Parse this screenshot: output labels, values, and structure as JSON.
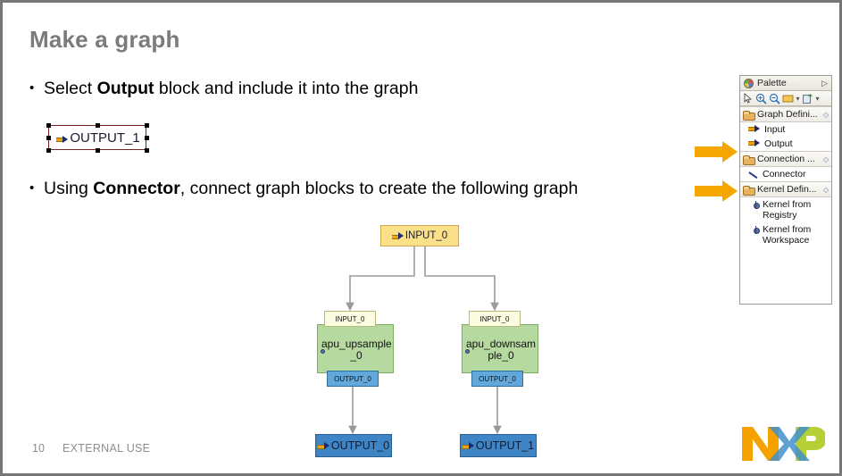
{
  "slide": {
    "title": "Make a graph",
    "page_number": "10",
    "footer_label": "EXTERNAL USE",
    "brand": "NXP",
    "title_color": "#7b7b7b",
    "accent_orange": "#f5a600"
  },
  "bullets": [
    {
      "marker": "•",
      "pre": "Select ",
      "strong": "Output",
      "post": " block and include it into the graph"
    },
    {
      "marker": "•",
      "pre": "Using ",
      "strong": "Connector",
      "post": ", connect graph blocks to create the following graph"
    }
  ],
  "selection": {
    "label": "OUTPUT_1",
    "icon": "port-arrow-icon",
    "border_color": "#7b2222",
    "handle_color": "#000000"
  },
  "callout_arrows": [
    {
      "name": "arrow-to-output-palette-item",
      "color": "#f5a600"
    },
    {
      "name": "arrow-to-connector-palette-item",
      "color": "#f5a600"
    }
  ],
  "palette": {
    "title": "Palette",
    "title_icon": "palette-icon",
    "collapse_icon": "▷",
    "toolbar": [
      {
        "name": "select-tool-icon",
        "glyph": "select"
      },
      {
        "name": "zoom-in-icon",
        "glyph": "zoom-in"
      },
      {
        "name": "zoom-out-icon",
        "glyph": "zoom-out"
      },
      {
        "name": "note-icon",
        "glyph": "note"
      },
      {
        "name": "note-dropdown-icon",
        "glyph": "▾"
      },
      {
        "name": "new-item-icon",
        "glyph": "new"
      },
      {
        "name": "new-item-dropdown-icon",
        "glyph": "▾"
      }
    ],
    "groups": [
      {
        "label": "Graph Defini...",
        "toggle": "◇",
        "items": [
          {
            "label": "Input",
            "icon": "port-arrow-icon"
          },
          {
            "label": "Output",
            "icon": "port-arrow-icon"
          }
        ]
      },
      {
        "label": "Connection ...",
        "toggle": "◇",
        "items": [
          {
            "label": "Connector",
            "icon": "connector-line-icon"
          }
        ]
      },
      {
        "label": "Kernel Defin...",
        "toggle": "◇",
        "items": [
          {
            "label": "Kernel from Registry",
            "icon": "kernel-icon"
          },
          {
            "label": "Kernel from Workspace",
            "icon": "kernel-icon"
          }
        ]
      }
    ]
  },
  "graph": {
    "source_node": {
      "label": "INPUT_0",
      "icon": "port-arrow-icon",
      "fill": "#fbe08a",
      "stroke": "#c9a94e"
    },
    "kernels": [
      {
        "name": "apu_upsample_0",
        "line1": "apu_upsample",
        "line2": "_0",
        "fill": "#b6d9a0",
        "stroke": "#7aab63",
        "in_port": "INPUT_0",
        "out_port": "OUTPUT_0"
      },
      {
        "name": "apu_downsample_0",
        "line1": "apu_downsam",
        "line2": "ple_0",
        "fill": "#b6d9a0",
        "stroke": "#7aab63",
        "in_port": "INPUT_0",
        "out_port": "OUTPUT_0"
      }
    ],
    "sink_nodes": [
      {
        "label": "OUTPUT_0",
        "icon": "port-arrow-icon",
        "fill": "#3f85c6",
        "stroke": "#2a5e8e"
      },
      {
        "label": "OUTPUT_1",
        "icon": "port-arrow-icon",
        "fill": "#3f85c6",
        "stroke": "#2a5e8e"
      }
    ],
    "connector_color": "#9b9b9b"
  }
}
